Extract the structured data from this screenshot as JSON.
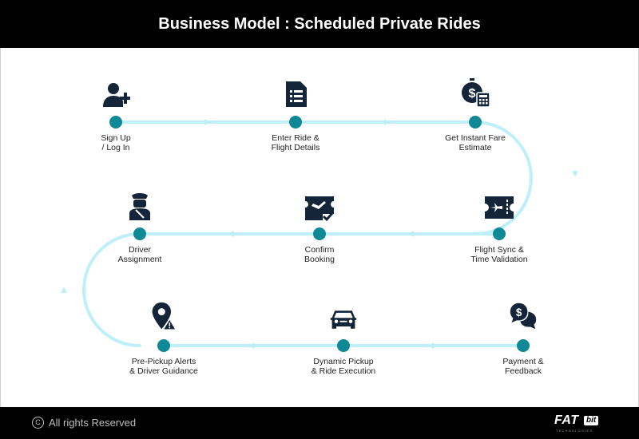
{
  "title": "Business Model : Scheduled Private Rides",
  "footer": {
    "copyright": "All rights Reserved"
  },
  "logo": {
    "fat": "FAT",
    "bit": "bit",
    "sub": "TECHNOLOGIES"
  },
  "colors": {
    "header": "#000000",
    "path": "#bfeff8",
    "node": "#0f8996",
    "icon": "#14253a"
  },
  "steps": [
    {
      "line1": "Sign Up",
      "line2": "/ Log In",
      "icon": "add-user-icon"
    },
    {
      "line1": "Enter Ride &",
      "line2": "Flight Details",
      "icon": "document-list-icon"
    },
    {
      "line1": "Get Instant Fare",
      "line2": "Estimate",
      "icon": "fare-calculator-icon"
    },
    {
      "line1": "Flight Sync &",
      "line2": "Time Validation",
      "icon": "flight-ticket-icon"
    },
    {
      "line1": "Confirm",
      "line2": "Booking",
      "icon": "confirm-booking-icon"
    },
    {
      "line1": "Driver",
      "line2": "Assignment",
      "icon": "driver-icon"
    },
    {
      "line1": "Pre-Pickup Alerts",
      "line2": "& Driver Guidance",
      "icon": "location-alert-icon"
    },
    {
      "line1": "Dynamic Pickup",
      "line2": "& Ride Execution",
      "icon": "car-icon"
    },
    {
      "line1": "Payment &",
      "line2": "Feedback",
      "icon": "payment-chat-icon"
    }
  ]
}
